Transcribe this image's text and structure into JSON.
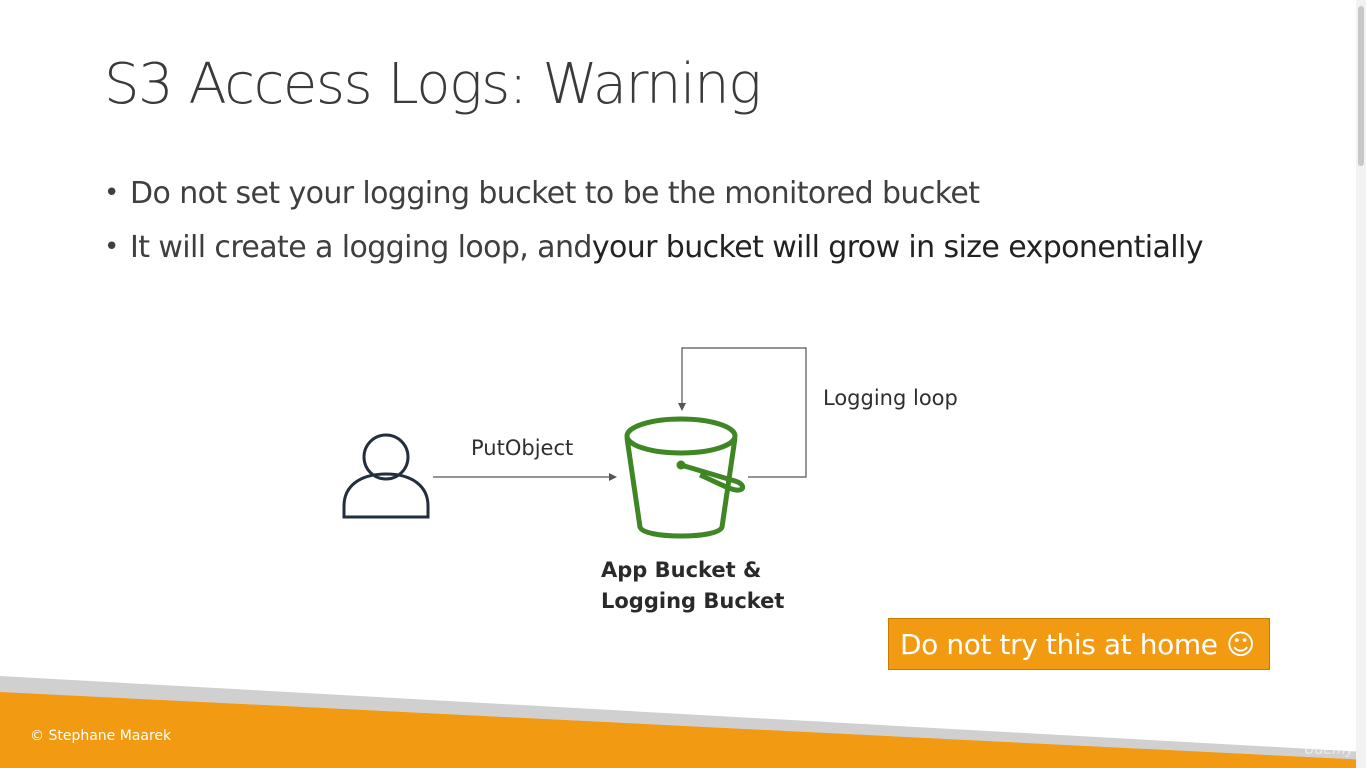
{
  "slide": {
    "title": "S3 Access Logs: Warning",
    "bullets": [
      {
        "text": "Do not set your logging bucket to be the monitored bucket",
        "emphasis": ""
      },
      {
        "text": "It will create a logging loop, and ",
        "emphasis": "your bucket will grow in size exponentially"
      }
    ]
  },
  "diagram": {
    "user_icon": "user-icon",
    "bucket_icon": "s3-bucket-icon",
    "arrow_label": "PutObject",
    "loop_label": "Logging loop",
    "bucket_label_line1": "App Bucket &",
    "bucket_label_line2": "Logging Bucket",
    "colors": {
      "bucket": "#3f8624",
      "user": "#232f3e",
      "lines": "#555555"
    }
  },
  "callout": {
    "text": "Do not try this at home ☺",
    "color": "#f29a11"
  },
  "footer": {
    "copyright": "© Stephane Maarek",
    "watermark": "Ûdemy",
    "colors": {
      "band": "#f29a11",
      "band_shadow": "#c9c9c9"
    }
  }
}
